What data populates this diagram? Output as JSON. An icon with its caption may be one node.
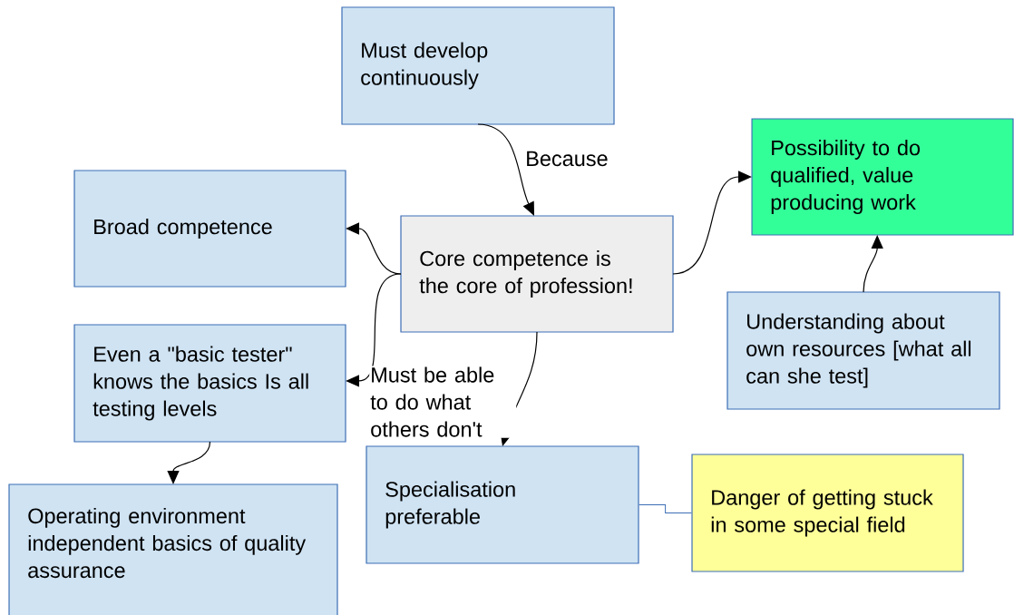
{
  "diagram": {
    "nodes": [
      {
        "text": [
          "Must develop continuously"
        ]
      },
      {
        "text": [
          "Broad competence"
        ]
      },
      {
        "text": [
          "Core competence is the core of profession!"
        ]
      },
      {
        "text": [
          "Possibility to do qualified, value producing work"
        ]
      },
      {
        "text": [
          "Even a \"basic tester\" knows the basics Is all testing levels"
        ]
      },
      {
        "text": [
          "Understanding about own resources [what all can she test]"
        ]
      },
      {
        "text": [
          "Operating environment independent basics of quality assurance"
        ]
      },
      {
        "text": [
          "Specialisation preferable"
        ]
      },
      {
        "text": [
          "Danger of getting stuck in some special field"
        ]
      }
    ],
    "edges": [
      {
        "from": 0,
        "to": 2,
        "arrow": "to",
        "label": "Because"
      },
      {
        "from": 2,
        "to": 1,
        "arrow": "to"
      },
      {
        "from": 2,
        "to": 4,
        "arrow": "to"
      },
      {
        "from": 2,
        "to": 3,
        "arrow": "to"
      },
      {
        "from": 5,
        "to": 3,
        "arrow": "to"
      },
      {
        "from": 2,
        "to": 7,
        "arrow": "to",
        "label": "Must be able to do what others don't"
      },
      {
        "from": 4,
        "to": 6,
        "arrow": "to"
      },
      {
        "from": 7,
        "to": 8,
        "arrow": "none",
        "color": "#3d6eb5"
      }
    ]
  }
}
